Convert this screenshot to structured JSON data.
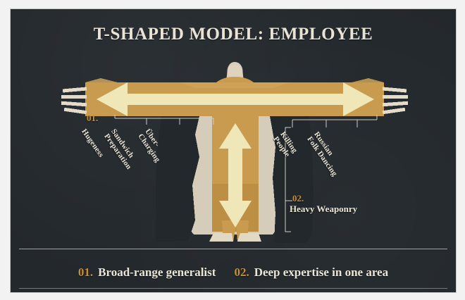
{
  "poster": {
    "title": "T-SHAPED MODEL: EMPLOYEE",
    "colors": {
      "background": "#23282c",
      "frame_border": "#c9cac6",
      "accent_gold": "#c68f34",
      "cream_text": "#ece6d8",
      "figure_gold": "#c99b4e",
      "figure_cream": "#e6dcc8",
      "arrow_cream": "#efe7b8"
    }
  },
  "horizontal_axis": {
    "marker": "01.",
    "left_labels": [
      "Hugeness",
      "Sandwich\nPreparation",
      "Über-\nCharging"
    ],
    "left_labels_flat": {
      "l0": "Hugeness",
      "l1a": "Sandwich",
      "l1b": "Preparation",
      "l2a": "Über-",
      "l2b": "Charging"
    },
    "right_labels_flat": {
      "r0a": "Killing",
      "r0b": "People",
      "r1a": "Russian",
      "r1b": "Folk Dancing"
    }
  },
  "vertical_axis": {
    "marker": "02.",
    "label": "Heavy Weaponry"
  },
  "legend": {
    "items": [
      {
        "number": "01.",
        "text": "Broad-range generalist"
      },
      {
        "number": "02.",
        "text": "Deep expertise in one area"
      }
    ]
  }
}
